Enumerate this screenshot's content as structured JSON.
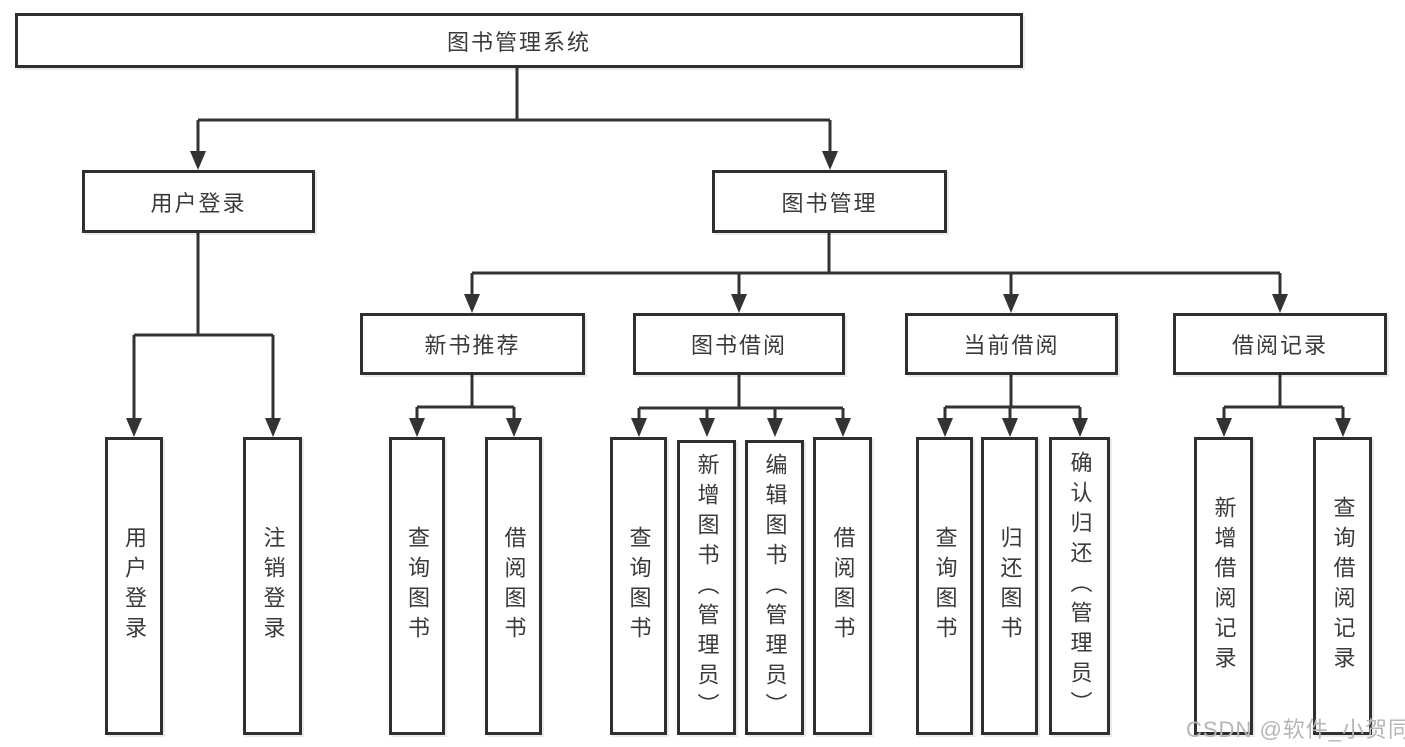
{
  "tree": {
    "root": "图书管理系统",
    "branches": [
      {
        "label": "用户登录",
        "leaves": [
          "用户登录",
          "注销登录"
        ]
      },
      {
        "label": "图书管理",
        "groups": [
          {
            "label": "新书推荐",
            "leaves": [
              "查询图书",
              "借阅图书"
            ]
          },
          {
            "label": "图书借阅",
            "leaves": [
              "查询图书",
              "新增图书（管理员）",
              "编辑图书（管理员）",
              "借阅图书"
            ]
          },
          {
            "label": "当前借阅",
            "leaves": [
              "查询图书",
              "归还图书",
              "确认归还（管理员）"
            ]
          },
          {
            "label": "借阅记录",
            "leaves": [
              "新增借阅记录",
              "查询借阅记录"
            ]
          }
        ]
      }
    ]
  },
  "watermark": "CSDN @软件_小贺同学",
  "colors": {
    "line": "#333333",
    "box_border": "#2f2f2f",
    "text": "#3a3a3a",
    "watermark": "#b6b6b6",
    "background": "#ffffff"
  }
}
